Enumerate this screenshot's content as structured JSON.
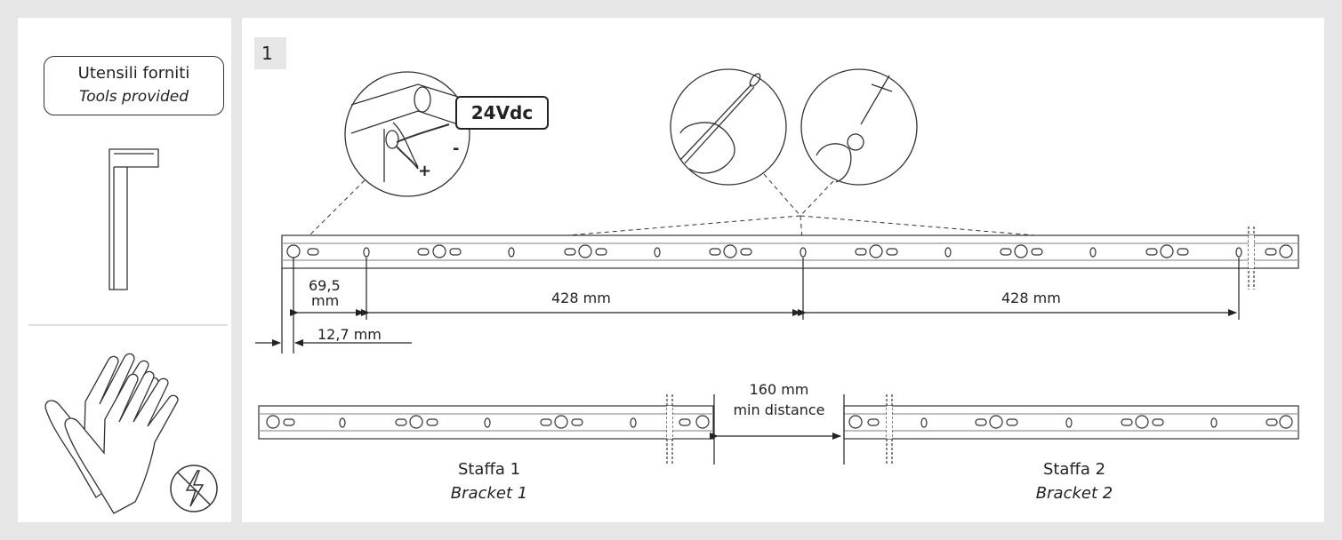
{
  "tools": {
    "title": "Utensili forniti",
    "subtitle": "Tools provided"
  },
  "step": {
    "number": "1"
  },
  "voltage_label": "24Vdc",
  "polarity": {
    "plus": "+",
    "minus": "-"
  },
  "dimensions": {
    "edge_offset": "12,7 mm",
    "first_hole_line1": "69,5",
    "first_hole_line2": "mm",
    "spacing_1": "428 mm",
    "spacing_2": "428 mm",
    "gap_line1": "160 mm",
    "gap_line2": "min distance"
  },
  "brackets": [
    {
      "name": "Staffa 1",
      "name_en": "Bracket 1"
    },
    {
      "name": "Staffa 2",
      "name_en": "Bracket 2"
    }
  ],
  "icons": [
    "hex-key-icon",
    "insulated-gloves-icon",
    "no-electric-shock-icon"
  ]
}
